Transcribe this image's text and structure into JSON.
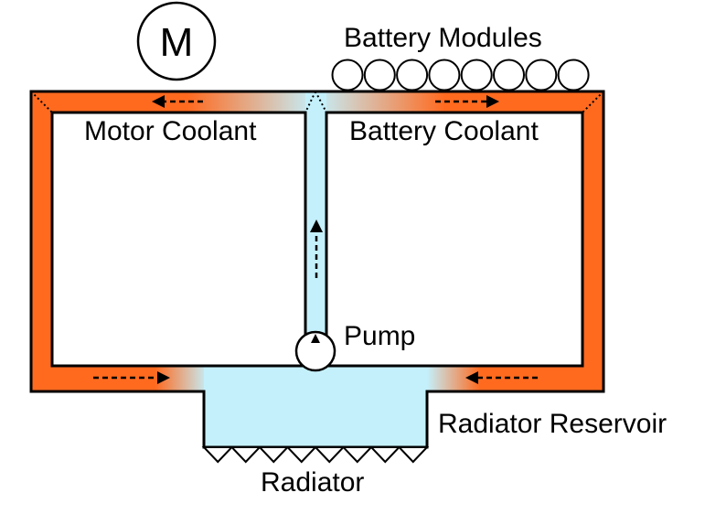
{
  "labels": {
    "motor_symbol": "M",
    "battery_modules": "Battery Modules",
    "motor_coolant": "Motor Coolant",
    "battery_coolant": "Battery Coolant",
    "pump": "Pump",
    "radiator_reservoir": "Radiator Reservoir",
    "radiator": "Radiator"
  },
  "colors": {
    "hot_coolant": "#ff6a1f",
    "cool_coolant": "#c4f0fb",
    "outline": "#000000",
    "background": "#ffffff"
  },
  "battery_module_count": 8,
  "radiator_fin_count": 8
}
